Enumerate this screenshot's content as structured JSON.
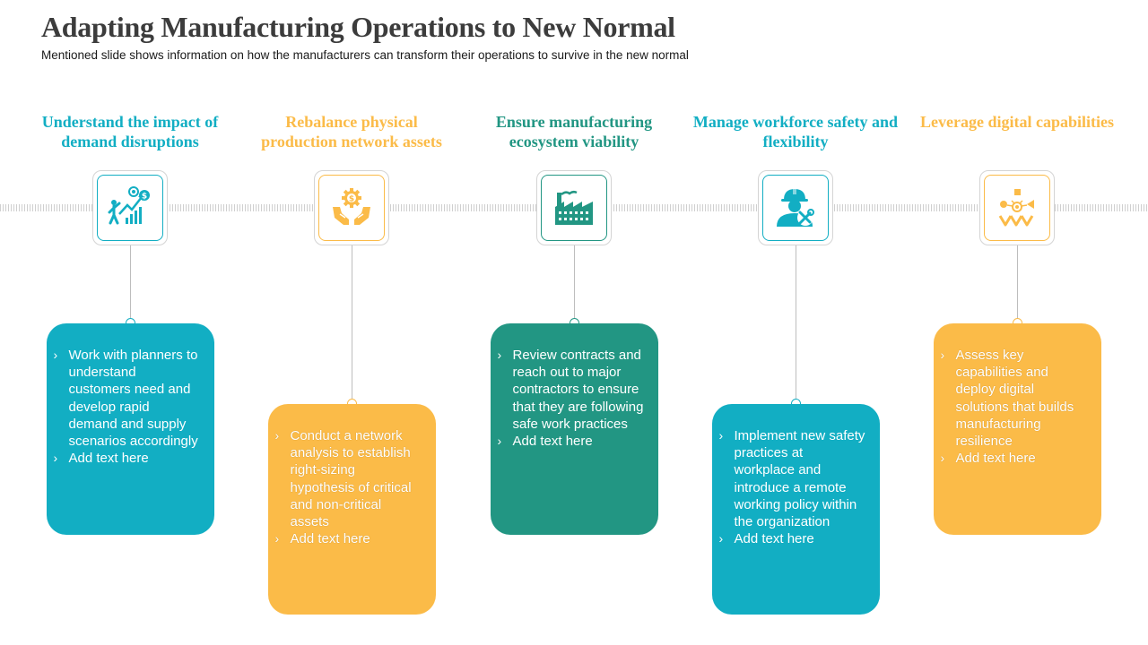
{
  "title": "Adapting Manufacturing Operations to New Normal",
  "subtitle": "Mentioned slide shows information  on how the manufacturers can transform their operations to survive in the new normal",
  "colors": {
    "teal_blue": "#12aec3",
    "yellow": "#fbbb48",
    "dark_teal": "#229683",
    "title_gray": "#3c3c3c"
  },
  "columns": [
    {
      "heading": "Understand the impact of demand disruptions",
      "icon": "growth-chart-person-icon",
      "bullets": [
        "Work with planners to understand customers need and develop rapid demand and supply scenarios accordingly",
        "Add text here"
      ]
    },
    {
      "heading": "Rebalance physical production network assets",
      "icon": "hands-gear-dollar-icon",
      "bullets": [
        "Conduct a network analysis to establish right-sizing hypothesis of critical and non-critical assets",
        "Add text here"
      ]
    },
    {
      "heading": "Ensure manufacturing ecosystem viability",
      "icon": "factory-icon",
      "bullets": [
        "Review contracts and reach out to major contractors to ensure that they are following safe work practices",
        "Add text here"
      ]
    },
    {
      "heading": "Manage workforce safety and flexibility",
      "icon": "worker-hardhat-tools-icon",
      "bullets": [
        "Implement new safety practices at workplace and introduce a remote working policy within the organization",
        "Add text here"
      ]
    },
    {
      "heading": "Leverage digital capabilities",
      "icon": "digital-network-icon",
      "bullets": [
        "Assess key capabilities and deploy digital solutions that builds manufacturing resilience",
        "Add text here"
      ]
    }
  ]
}
